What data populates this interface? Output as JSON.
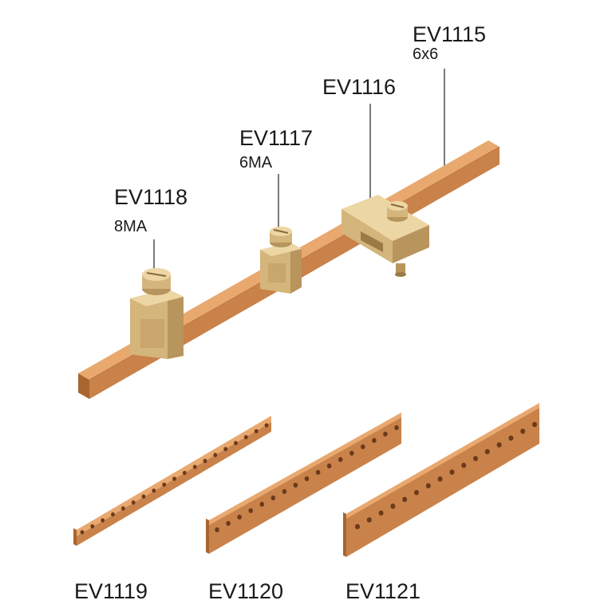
{
  "labels": {
    "ev1115": {
      "code": "EV1115",
      "size": "6x6"
    },
    "ev1116": {
      "code": "EV1116"
    },
    "ev1117": {
      "code": "EV1117",
      "size": "6MA"
    },
    "ev1118": {
      "code": "EV1118",
      "size": "8MA"
    },
    "ev1119": {
      "code": "EV1119"
    },
    "ev1120": {
      "code": "EV1120"
    },
    "ev1121": {
      "code": "EV1121"
    }
  },
  "colors": {
    "copper_top": "#e9a86e",
    "copper_front": "#c9824a",
    "copper_dark": "#a8652f",
    "brass_light": "#ecd6a4",
    "brass_mid": "#d4b57c",
    "brass_dark": "#b8955c",
    "hole": "#6b3a1a",
    "leader": "#333333"
  }
}
